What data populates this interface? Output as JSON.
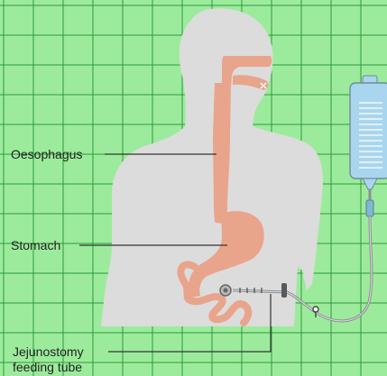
{
  "labels": {
    "oesophagus": "Oesophagus",
    "stomach": "Stomach",
    "jejunostomy_line1": "Jejunostomy",
    "jejunostomy_line2": "feeding tube"
  },
  "colors": {
    "background": "#9ceb9c",
    "grid": "#2e9a3a",
    "body": "#dcdcdc",
    "organ": "#e9a48c",
    "bag": "#a9d6ee",
    "tube": "#8b8f93",
    "leader": "#333333"
  }
}
